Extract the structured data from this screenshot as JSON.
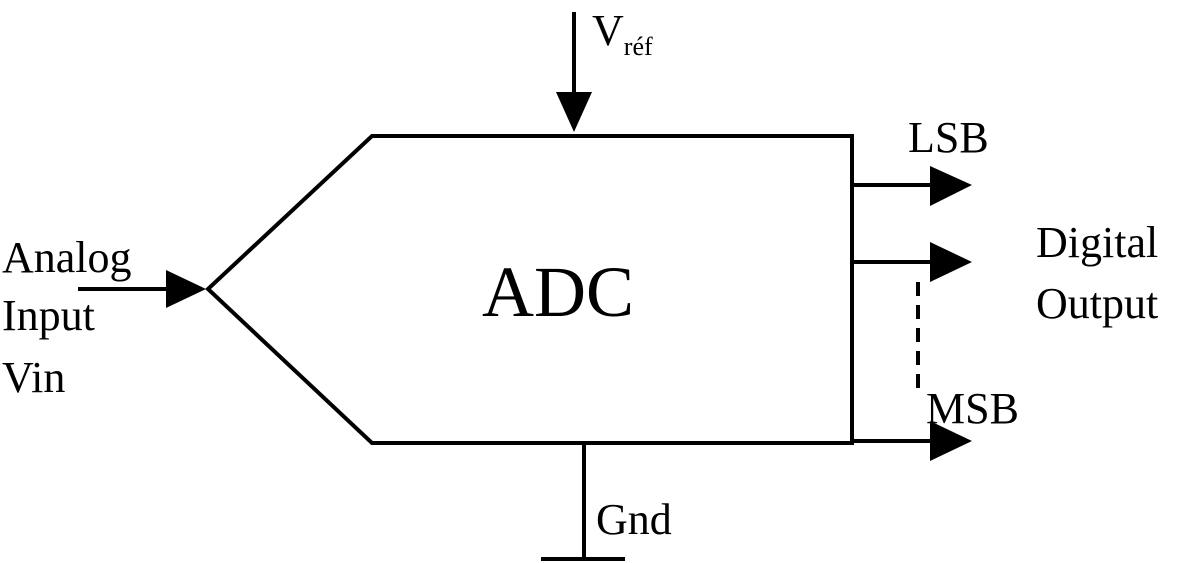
{
  "diagram": {
    "block_label": "ADC",
    "reference": {
      "main": "V",
      "subscript": "réf"
    },
    "input": {
      "line1": "Analog",
      "line2": "Input",
      "line3": "Vin"
    },
    "outputs": {
      "lsb": "LSB",
      "msb": "MSB",
      "group_line1": "Digital",
      "group_line2": "Output"
    },
    "ground": "Gnd"
  }
}
